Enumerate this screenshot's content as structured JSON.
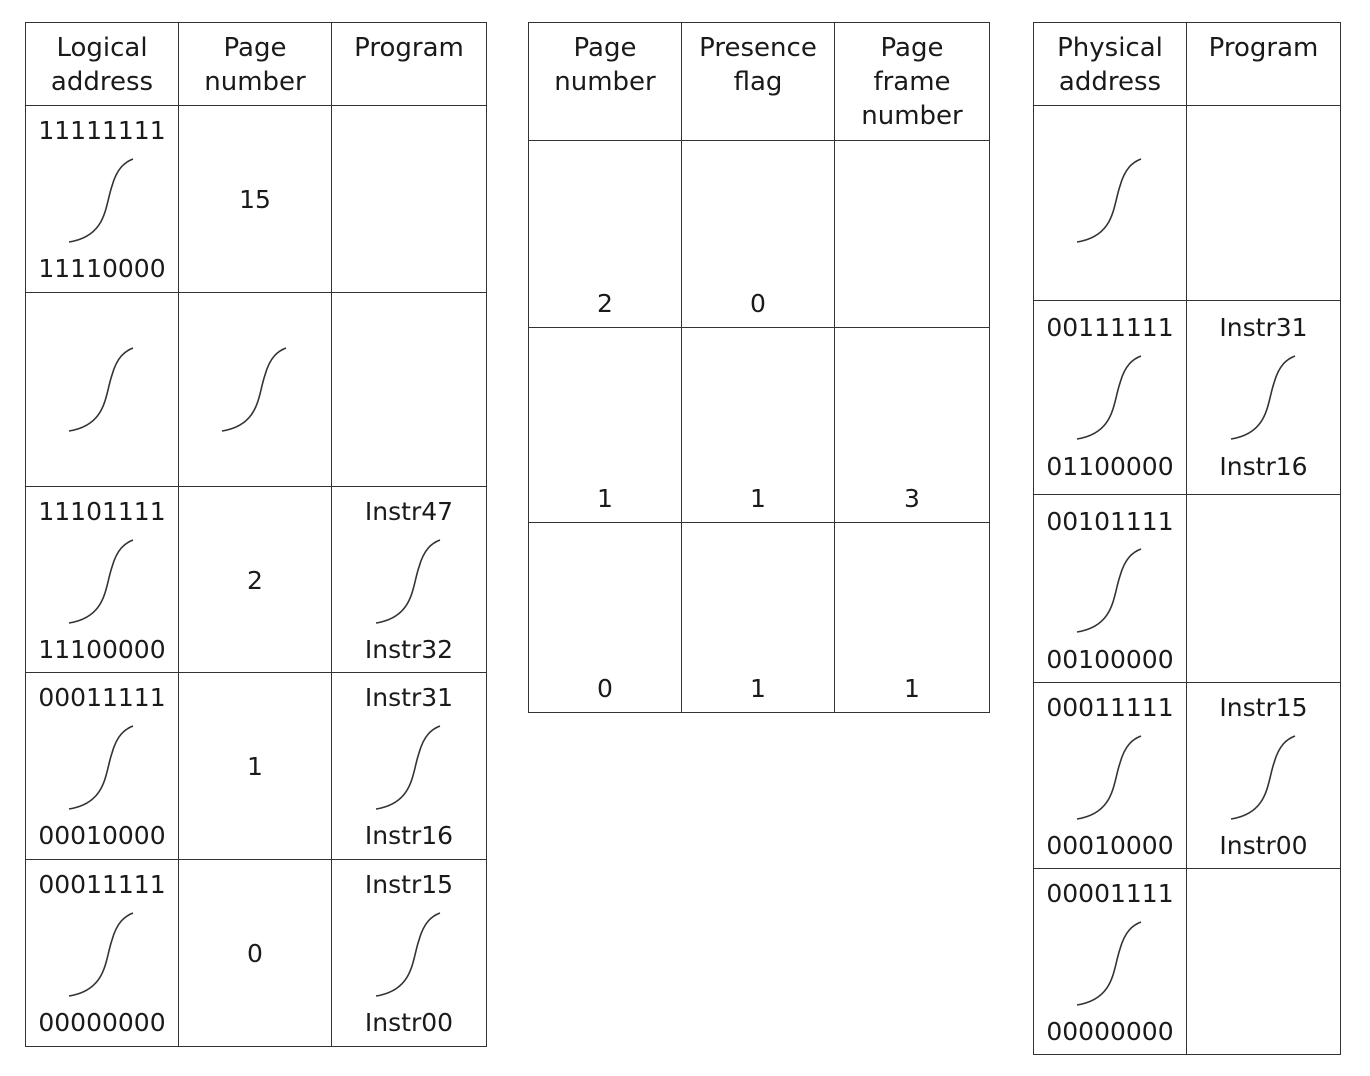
{
  "logical_table": {
    "headers": [
      "Logical\naddress",
      "Page\nnumber",
      "Program"
    ],
    "header_lines": [
      [
        "Logical",
        "address"
      ],
      [
        "Page",
        "number"
      ],
      [
        "Program"
      ]
    ],
    "rows": [
      {
        "addr_top": "11111111",
        "addr_bottom": "11110000",
        "page": "15",
        "prog_top": "",
        "prog_bottom": ""
      },
      {
        "addr_top": "",
        "addr_bottom": "",
        "page": "",
        "prog_top": "",
        "prog_bottom": ""
      },
      {
        "addr_top": "11101111",
        "addr_bottom": "11100000",
        "page": "2",
        "prog_top": "Instr47",
        "prog_bottom": "Instr32"
      },
      {
        "addr_top": "00011111",
        "addr_bottom": "00010000",
        "page": "1",
        "prog_top": "Instr31",
        "prog_bottom": "Instr16"
      },
      {
        "addr_top": "00011111",
        "addr_bottom": "00000000",
        "page": "0",
        "prog_top": "Instr15",
        "prog_bottom": "Instr00"
      }
    ]
  },
  "page_table": {
    "header_lines": [
      [
        "Page",
        "number"
      ],
      [
        "Presence",
        "flag"
      ],
      [
        "Page",
        "frame",
        "number"
      ]
    ],
    "rows": [
      {
        "page": "2",
        "flag": "0",
        "frame": ""
      },
      {
        "page": "1",
        "flag": "1",
        "frame": "3"
      },
      {
        "page": "0",
        "flag": "1",
        "frame": "1"
      }
    ]
  },
  "physical_table": {
    "header_lines": [
      [
        "Physical",
        "address"
      ],
      [
        "Program"
      ]
    ],
    "rows": [
      {
        "addr_top": "",
        "addr_bottom": "",
        "prog_top": "",
        "prog_bottom": ""
      },
      {
        "addr_top": "00111111",
        "addr_bottom": "01100000",
        "prog_top": "Instr31",
        "prog_bottom": "Instr16"
      },
      {
        "addr_top": "00101111",
        "addr_bottom": "00100000",
        "prog_top": "",
        "prog_bottom": ""
      },
      {
        "addr_top": "00011111",
        "addr_bottom": "00010000",
        "prog_top": "Instr15",
        "prog_bottom": "Instr00"
      },
      {
        "addr_top": "00001111",
        "addr_bottom": "00000000",
        "prog_top": "",
        "prog_bottom": ""
      }
    ]
  }
}
